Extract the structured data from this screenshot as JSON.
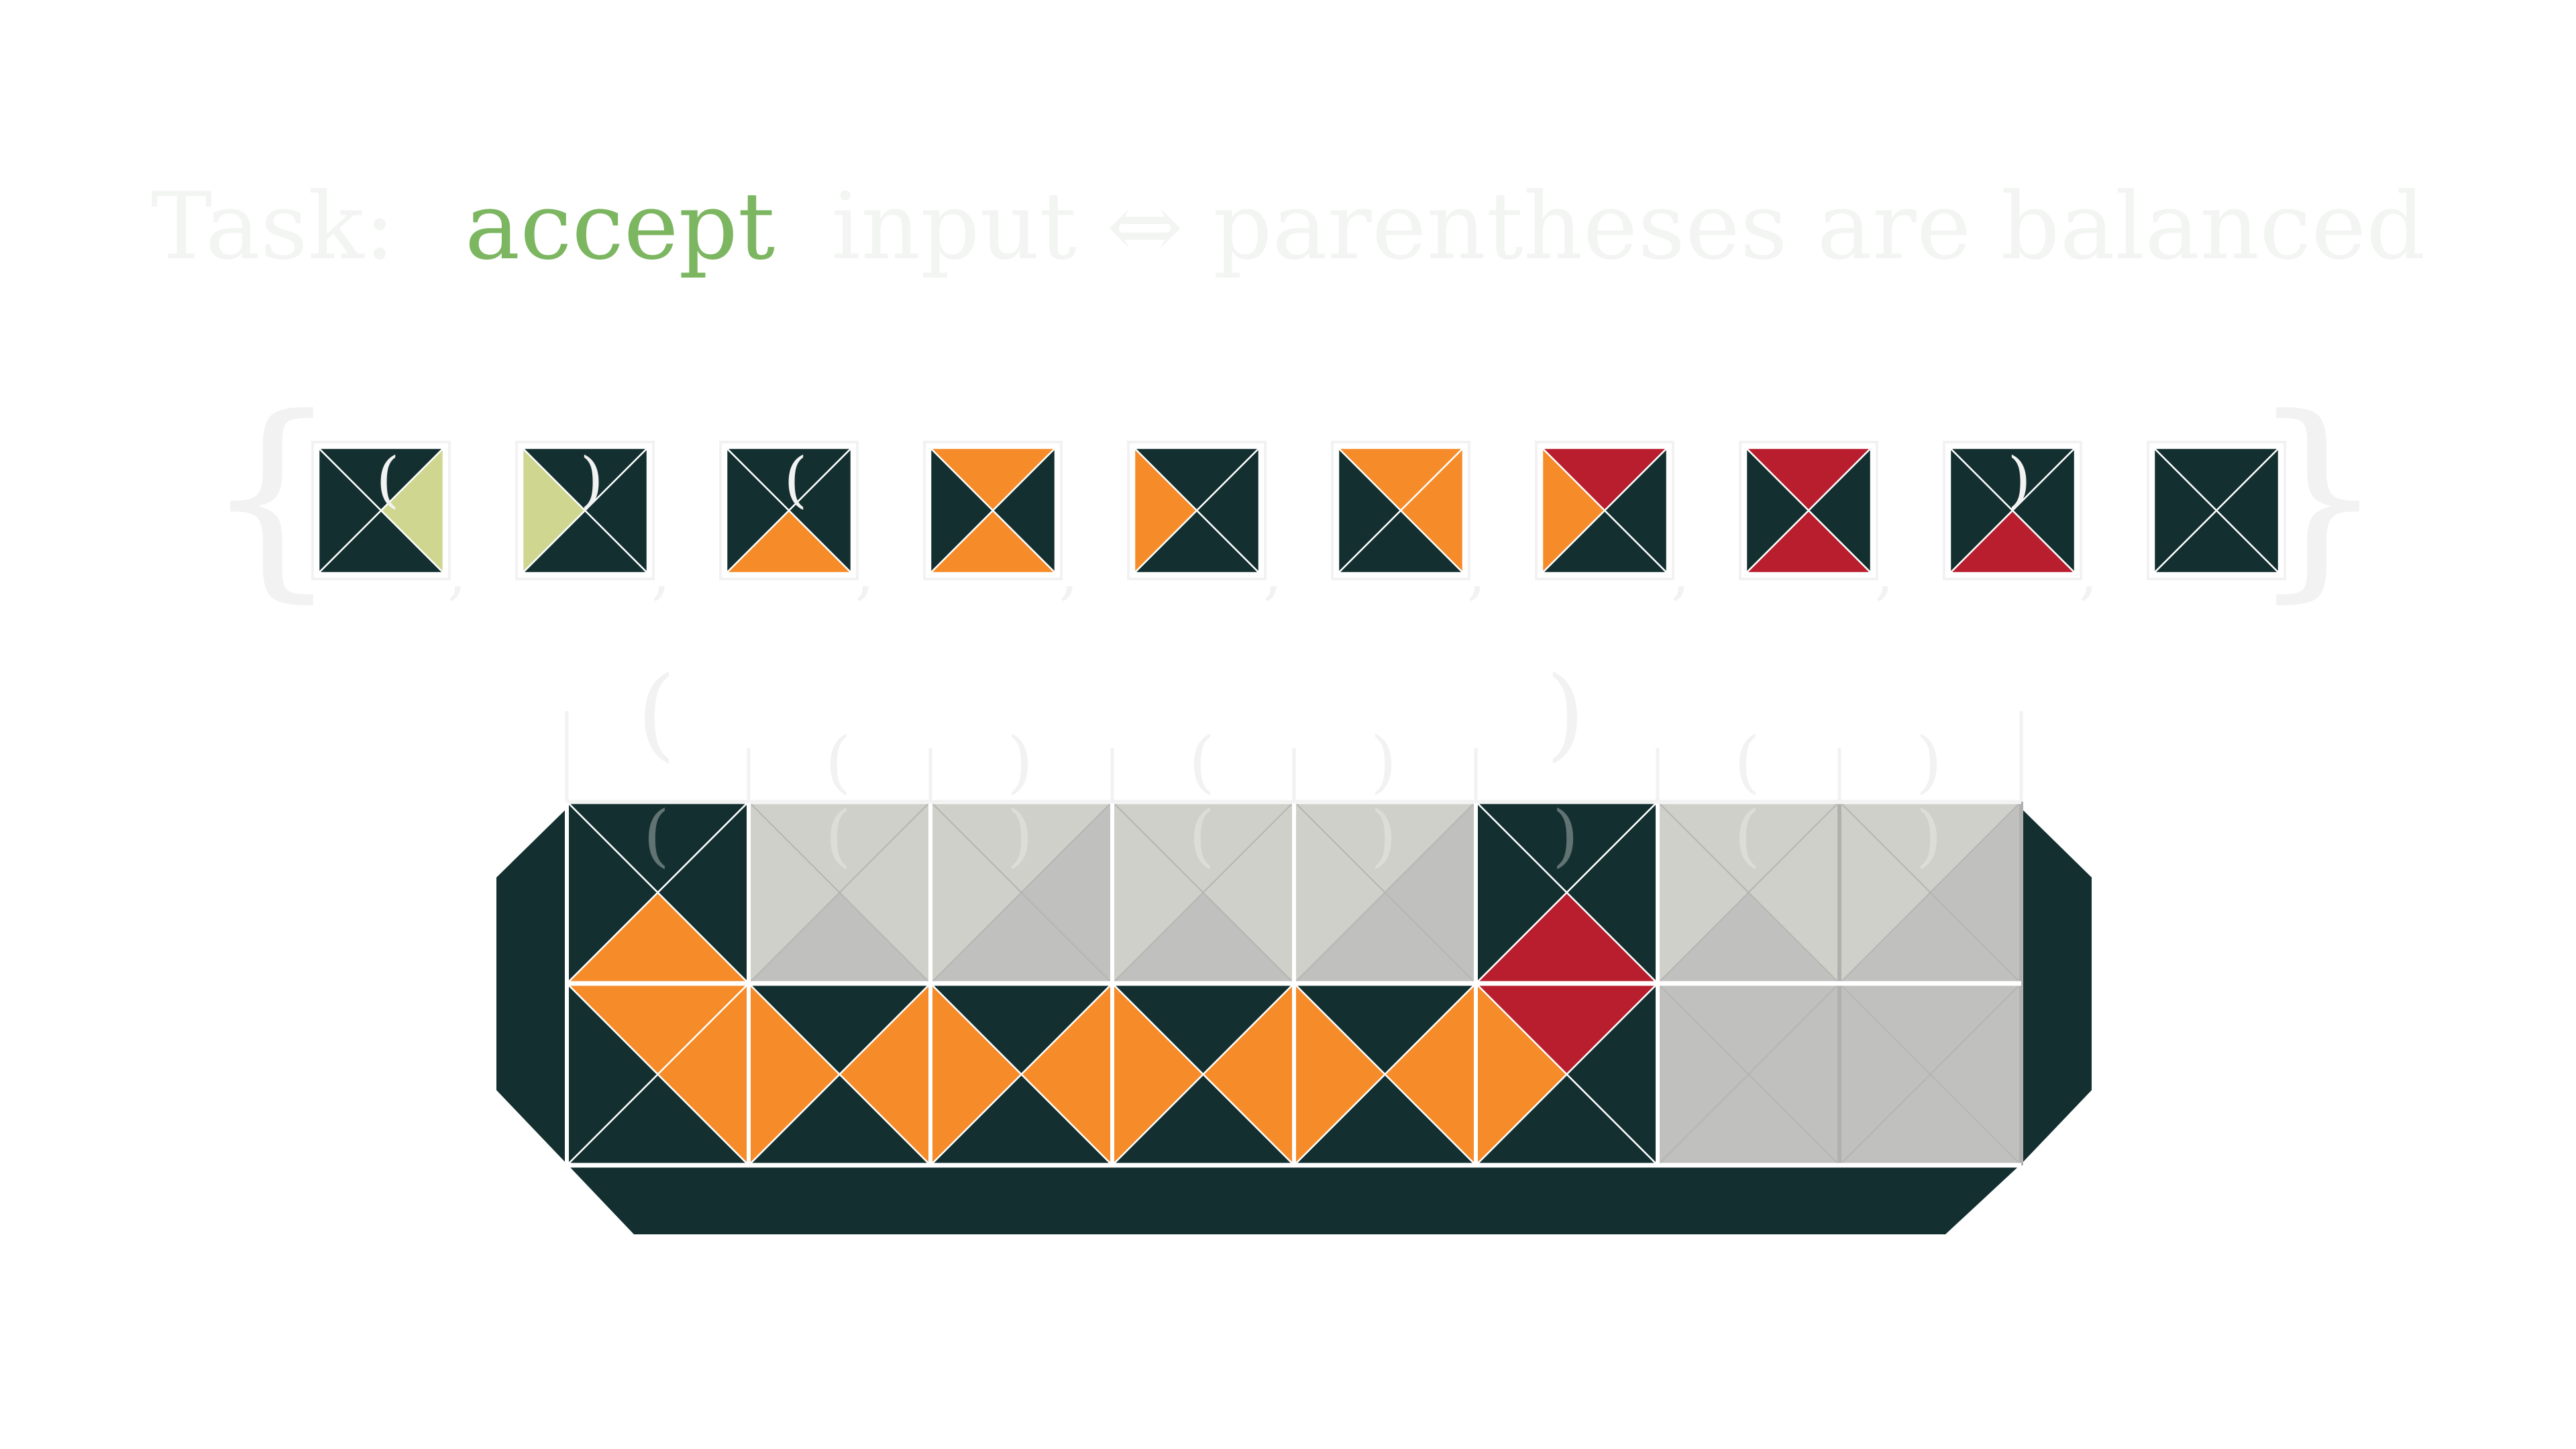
{
  "title": {
    "prefix": "Task:",
    "highlight": "accept",
    "rest": "input ⇔ parentheses are balanced",
    "text_color": "#f3f5f3",
    "highlight_color": "#7cb661"
  },
  "colors": {
    "dark": "#132f2f",
    "orange": "#f68b29",
    "red": "#b81e2e",
    "green": "#ced690",
    "light": "#d0d0ca",
    "gray": "#c0c1bf",
    "white": "#ffffff",
    "ghost_text": "#f1f2f1"
  },
  "tile_set": {
    "open_brace": "{",
    "close_brace": "}",
    "separator": ",",
    "tiles": [
      {
        "n": "dark",
        "e": "green",
        "s": "dark",
        "w": "dark",
        "label": "("
      },
      {
        "n": "dark",
        "e": "dark",
        "s": "dark",
        "w": "green",
        "label": ")"
      },
      {
        "n": "dark",
        "e": "dark",
        "s": "orange",
        "w": "dark",
        "label": "("
      },
      {
        "n": "orange",
        "e": "dark",
        "s": "orange",
        "w": "dark",
        "label": ""
      },
      {
        "n": "dark",
        "e": "dark",
        "s": "dark",
        "w": "orange",
        "label": ""
      },
      {
        "n": "orange",
        "e": "orange",
        "s": "dark",
        "w": "dark",
        "label": ""
      },
      {
        "n": "red",
        "e": "dark",
        "s": "dark",
        "w": "orange",
        "label": ""
      },
      {
        "n": "red",
        "e": "dark",
        "s": "red",
        "w": "dark",
        "label": ""
      },
      {
        "n": "dark",
        "e": "dark",
        "s": "red",
        "w": "dark",
        "label": ")"
      },
      {
        "n": "dark",
        "e": "dark",
        "s": "dark",
        "w": "dark",
        "label": ""
      }
    ]
  },
  "input": {
    "symbols": [
      "(",
      "(",
      ")",
      "(",
      ")",
      ")",
      "(",
      ")"
    ]
  },
  "assembly": {
    "top_row": [
      {
        "n": "dark",
        "e": "dark",
        "s": "orange",
        "w": "dark",
        "faded": false
      },
      {
        "n": "light",
        "e": "light",
        "s": "gray",
        "w": "light",
        "faded": true
      },
      {
        "n": "light",
        "e": "gray",
        "s": "gray",
        "w": "light",
        "faded": true
      },
      {
        "n": "light",
        "e": "light",
        "s": "gray",
        "w": "light",
        "faded": true
      },
      {
        "n": "light",
        "e": "gray",
        "s": "gray",
        "w": "light",
        "faded": true
      },
      {
        "n": "dark",
        "e": "dark",
        "s": "red",
        "w": "dark",
        "faded": false
      },
      {
        "n": "light",
        "e": "light",
        "s": "gray",
        "w": "light",
        "faded": true
      },
      {
        "n": "light",
        "e": "gray",
        "s": "gray",
        "w": "light",
        "faded": true
      }
    ],
    "bottom_row": [
      {
        "n": "orange",
        "e": "orange",
        "s": "dark",
        "w": "dark",
        "faded": false
      },
      {
        "n": "dark",
        "e": "orange",
        "s": "dark",
        "w": "orange",
        "faded": false
      },
      {
        "n": "dark",
        "e": "orange",
        "s": "dark",
        "w": "orange",
        "faded": false
      },
      {
        "n": "dark",
        "e": "orange",
        "s": "dark",
        "w": "orange",
        "faded": false
      },
      {
        "n": "dark",
        "e": "orange",
        "s": "dark",
        "w": "orange",
        "faded": false
      },
      {
        "n": "red",
        "e": "dark",
        "s": "dark",
        "w": "orange",
        "faded": false
      },
      {
        "n": "gray",
        "e": "gray",
        "s": "gray",
        "w": "gray",
        "faded": true
      },
      {
        "n": "gray",
        "e": "gray",
        "s": "gray",
        "w": "gray",
        "faded": true
      }
    ]
  }
}
